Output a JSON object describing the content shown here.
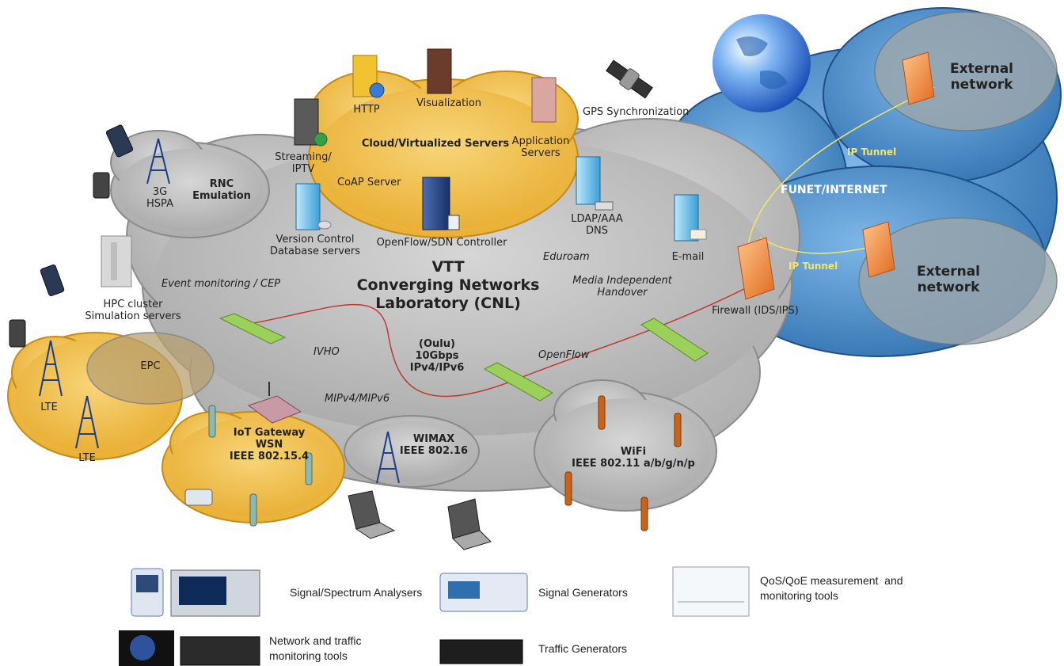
{
  "network_labels": {
    "http": "HTTP",
    "visualization": "Visualization",
    "gps": "GPS Synchronization",
    "streaming": "Streaming/\nIPTV",
    "cloud_servers": "Cloud/Virtualized Servers",
    "application_servers": "Application\nServers",
    "coap": "CoAP Server",
    "rnc": "RNC\nEmulation",
    "hspa": "3G\nHSPA",
    "version_control": "Version Control\nDatabase servers",
    "sdn_controller": "OpenFlow/SDN Controller",
    "ldap": "LDAP/AAA\nDNS",
    "eduroam": "Eduroam",
    "email": "E-mail",
    "event_monitoring": "Event monitoring / CEP",
    "vtt_title": "VTT\nConverging Networks\nLaboratory (CNL)",
    "media_handover": "Media Independent\nHandover",
    "hpc": "HPC cluster\nSimulation servers",
    "ivho": "IVHO",
    "oulu": "(Oulu)\n10Gbps\nIPv4/IPv6",
    "openflow": "OpenFlow",
    "epc": "EPC",
    "lte_1": "LTE",
    "lte_2": "LTE",
    "mipv": "MIPv4/MIPv6",
    "iot": "IoT Gateway\nWSN\nIEEE 802.15.4",
    "wimax": "WIMAX\nIEEE 802.16",
    "wifi": "WiFi\nIEEE 802.11 a/b/g/n/p",
    "firewall": "Firewall (IDS/IPS)",
    "external_1": "External\nnetwork",
    "external_2": "External\nnetwork",
    "ip_tunnel_1": "IP Tunnel",
    "ip_tunnel_2": "IP Tunnel",
    "funet": "FUNET/INTERNET"
  },
  "legend": {
    "spectrum": "Signal/Spectrum Analysers",
    "signal_gen": "Signal Generators",
    "qos": "QoS/QoE measurement  and\nmonitoring tools",
    "net_monitor": "Network and traffic\nmonitoring tools",
    "traffic_gen": "Traffic Generators"
  },
  "colors": {
    "grey_cloud": "#c9c9c9",
    "yellow_cloud": "#f2c14e",
    "blue_cloud": "#3b82c4",
    "firewall": "#f08a3c",
    "switch": "#9bd15a",
    "link": "#c0392b",
    "tunnel_text": "#f5e663"
  }
}
